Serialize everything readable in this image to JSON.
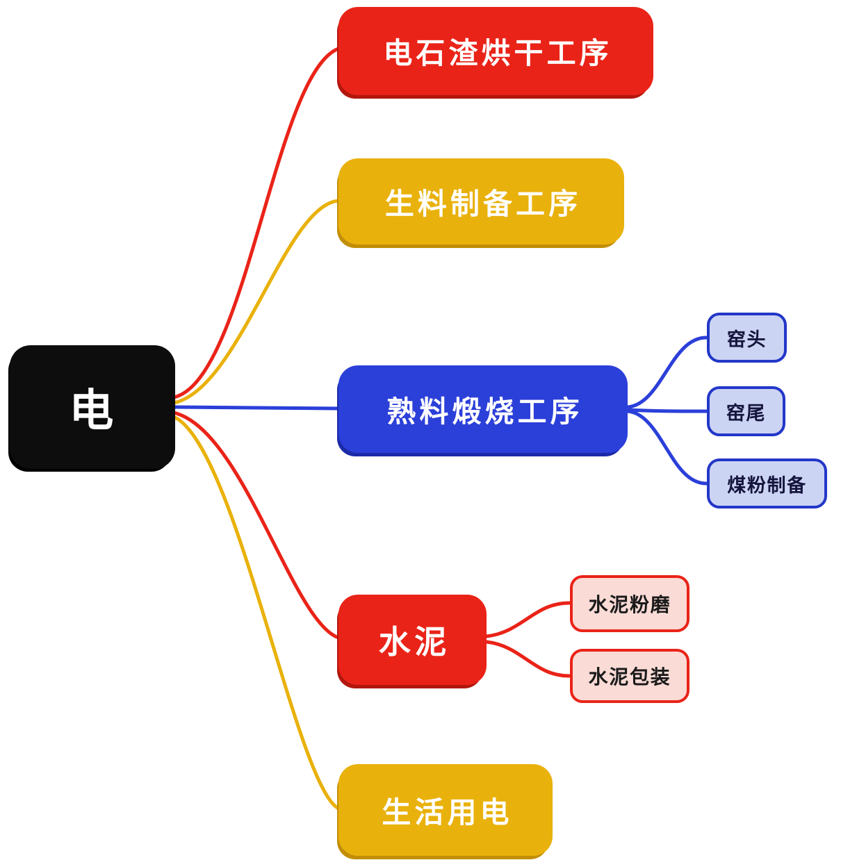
{
  "mindmap": {
    "type": "mindmap-diagram",
    "root": {
      "label": "电",
      "bg_color": "#0d0d0d",
      "text_color": "#ffffff"
    },
    "branches": [
      {
        "label": "电石渣烘干工序",
        "bg_color": "#ea2318",
        "text_color": "#ffffff",
        "connector_color": "#ea2318",
        "children": []
      },
      {
        "label": "生料制备工序",
        "bg_color": "#e9b10b",
        "text_color": "#ffffff",
        "connector_color": "#e9b10b",
        "children": []
      },
      {
        "label": "熟料煅烧工序",
        "bg_color": "#2b3fd9",
        "text_color": "#ffffff",
        "connector_color": "#2b3fd9",
        "children": [
          {
            "label": "窑头",
            "bg_color": "#ccd4f4",
            "border_color": "#2337c8",
            "text_color": "#15153c"
          },
          {
            "label": "窑尾",
            "bg_color": "#ccd4f4",
            "border_color": "#2337c8",
            "text_color": "#15153c"
          },
          {
            "label": "煤粉制备",
            "bg_color": "#ccd4f4",
            "border_color": "#2337c8",
            "text_color": "#15153c"
          }
        ]
      },
      {
        "label": "水泥",
        "bg_color": "#ea2318",
        "text_color": "#ffffff",
        "connector_color": "#ea2318",
        "children": [
          {
            "label": "水泥粉磨",
            "bg_color": "#fadbd6",
            "border_color": "#ea2318",
            "text_color": "#1a1a1a"
          },
          {
            "label": "水泥包装",
            "bg_color": "#fadbd6",
            "border_color": "#ea2318",
            "text_color": "#1a1a1a"
          }
        ]
      },
      {
        "label": "生活用电",
        "bg_color": "#e9b10b",
        "text_color": "#ffffff",
        "connector_color": "#e9b10b",
        "children": []
      }
    ]
  }
}
